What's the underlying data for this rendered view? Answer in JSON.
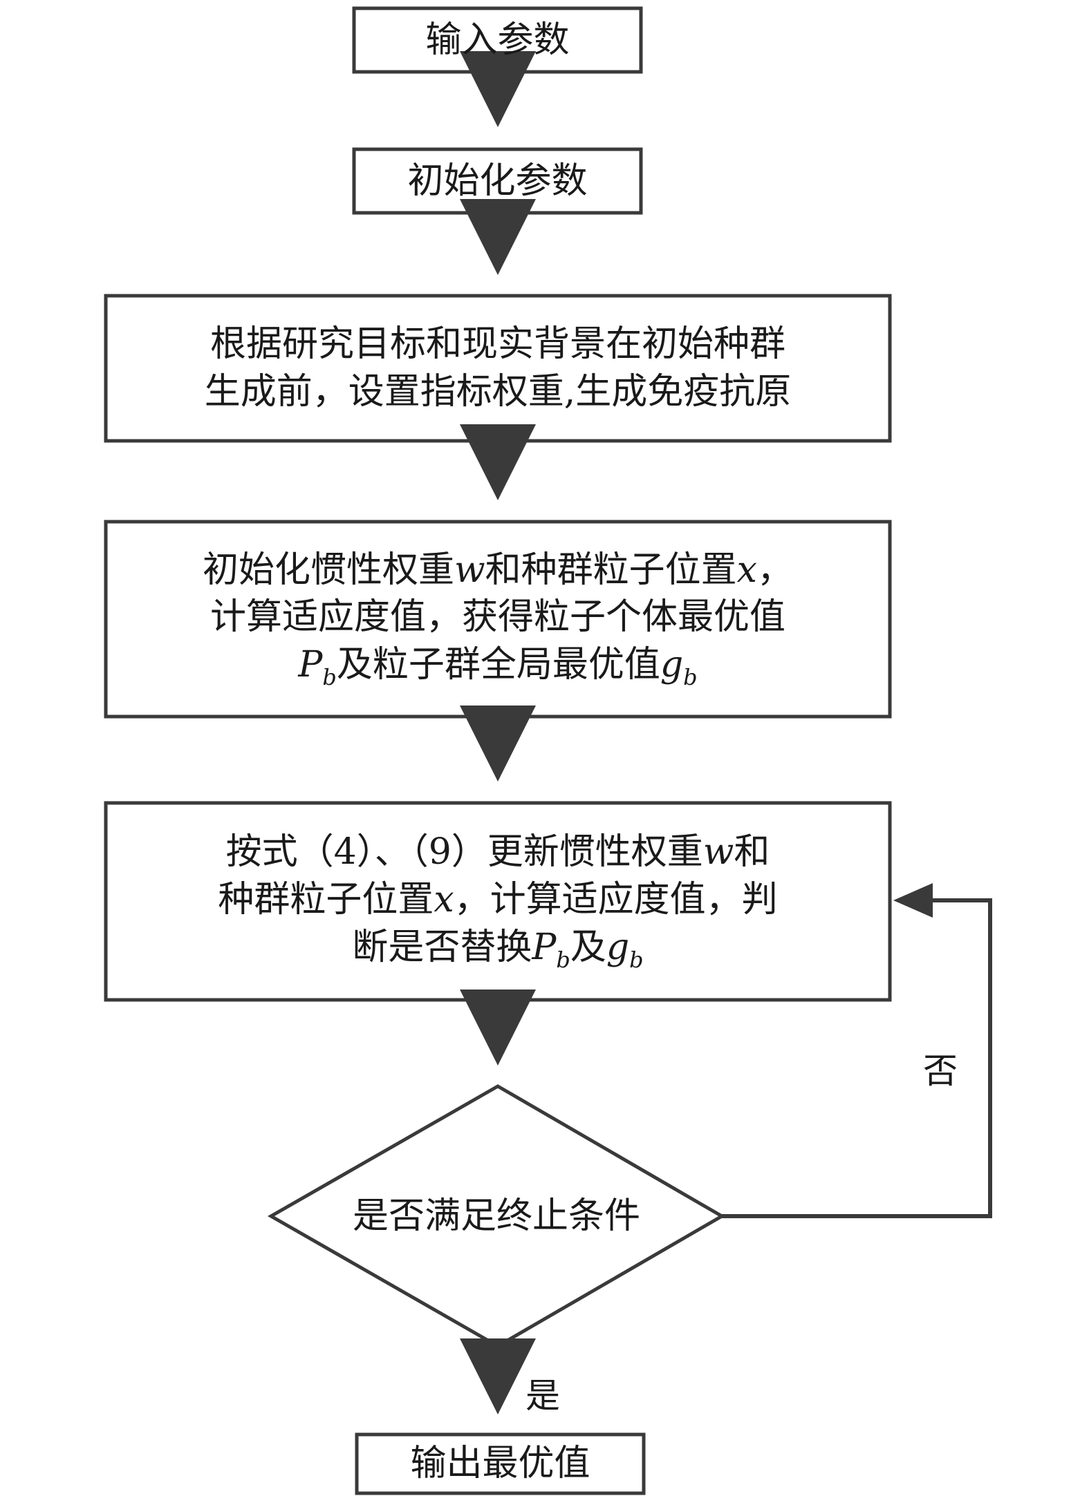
{
  "nodes": {
    "input": {
      "text": "输入参数"
    },
    "init": {
      "text": "初始化参数"
    },
    "weights": {
      "line1": "根据研究目标和现实背景在初始种群",
      "line2": "生成前，设置指标权重,生成免疫抗原"
    },
    "init_particles": {
      "line1_a": "初始化惯性权重",
      "line1_w": "w",
      "line1_b": "和种群粒子位置",
      "line1_x": "x",
      "line1_c": "，",
      "line2": "计算适应度值，获得粒子个体最优值",
      "line3_P": "P",
      "line3_b1": "b",
      "line3_mid": "及粒子群全局最优值",
      "line3_g": "g",
      "line3_b2": "b"
    },
    "update": {
      "line1_a": "按式（4）、（9）更新惯性权重",
      "line1_w": "w",
      "line1_b": "和",
      "line2_a": "种群粒子位置",
      "line2_x": "x",
      "line2_b": "，计算适应度值，判",
      "line3_a": "断是否替换",
      "line3_P": "P",
      "line3_b1": "b",
      "line3_mid": "及",
      "line3_g": "g",
      "line3_b2": "b"
    },
    "decision": {
      "text": "是否满足终止条件"
    },
    "output": {
      "text": "输出最优值"
    }
  },
  "edges": {
    "no_label": "否",
    "yes_label": "是"
  }
}
